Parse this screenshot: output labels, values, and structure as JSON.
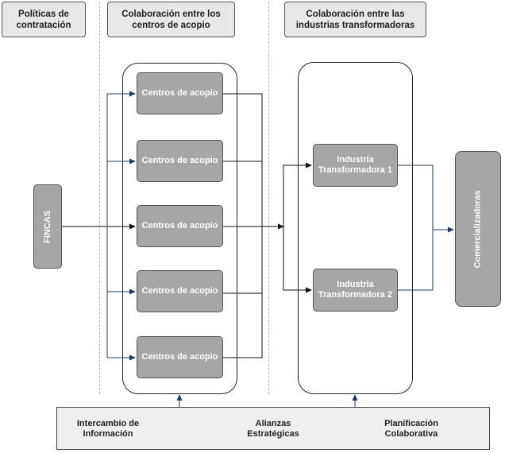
{
  "headers": {
    "policies": "Políticas de\ncontratación",
    "collection_centers": "Colaboración entre los\ncentros de acopio",
    "industries": "Colaboración entre las\nindustrias transformadoras"
  },
  "nodes": {
    "farms": "FINCAS",
    "collection_centers": [
      "Centros de acopio",
      "Centros de acopio",
      "Centros de acopio",
      "Centros de acopio",
      "Centros de acopio"
    ],
    "industries": [
      "Industria\nTransformadora 1",
      "Industria\nTransformadora 2"
    ],
    "marketers": "Comercializadoras"
  },
  "footer": {
    "items": [
      "Intercambio de\nInformación",
      "Alianzas\nEstratégicas",
      "Planificación\nColaborativa"
    ]
  },
  "colors": {
    "node_fill": "#a6a6a6",
    "header_fill": "#e8e8e8",
    "blue_connector": "#1f3b63",
    "black_connector": "#111111"
  }
}
